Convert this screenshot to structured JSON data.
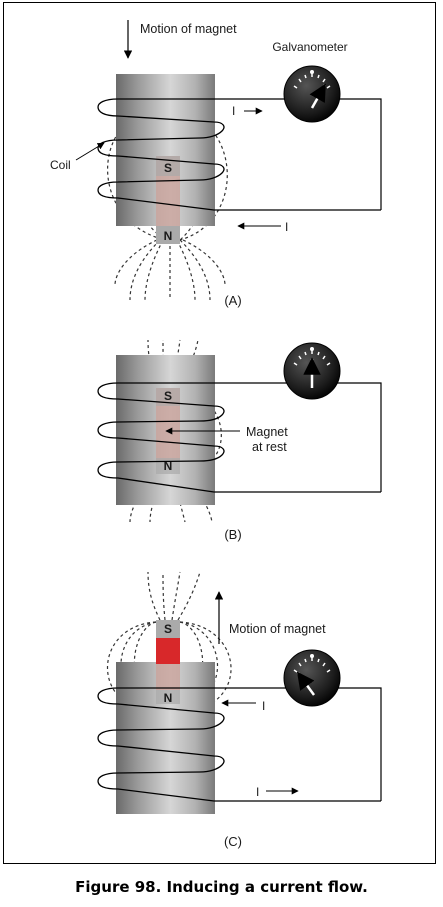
{
  "panels": {
    "a": {
      "panel_label": "(A)",
      "motion_label": "Motion of magnet",
      "galvanometer_label": "Galvanometer",
      "coil_label": "Coil",
      "current_top": "I",
      "current_bottom": "I",
      "pole_top": "S",
      "pole_bottom": "N",
      "needle": "right"
    },
    "b": {
      "panel_label": "(B)",
      "rest_label_1": "Magnet",
      "rest_label_2": "at rest",
      "pole_top": "S",
      "pole_bottom": "N",
      "needle": "center"
    },
    "c": {
      "panel_label": "(C)",
      "motion_label": "Motion of magnet",
      "current_top": "I",
      "current_bottom": "I",
      "pole_top": "S",
      "pole_bottom": "N",
      "needle": "left"
    }
  },
  "caption": "Figure 98. Inducing a current flow.",
  "colors": {
    "magnet_faded": "#c9a39b",
    "magnet_red": "#d8282a",
    "pole_grey": "#aaaaaa"
  }
}
